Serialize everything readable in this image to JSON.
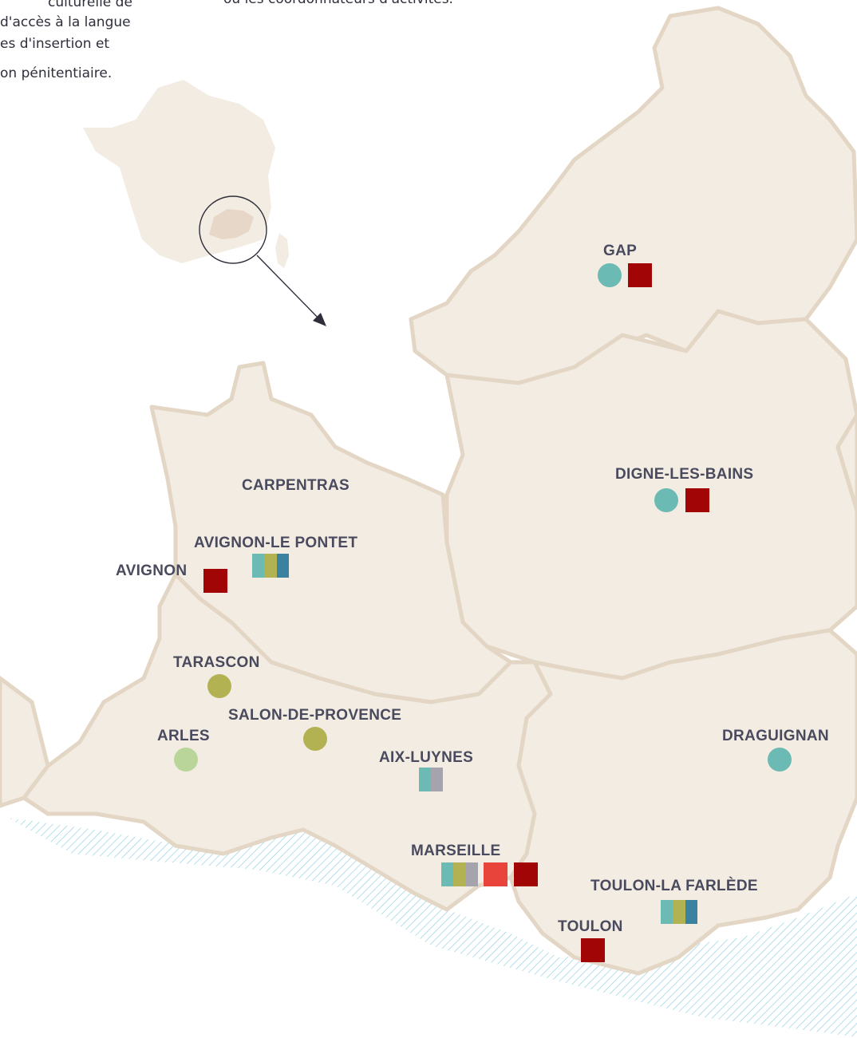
{
  "intro": {
    "line1": "culturelle de",
    "line2": "d'accès à la langue",
    "line3": "es d'insertion et",
    "line4": "on pénitentiaire.",
    "line_top2": "ou les coordonnateurs d'activités."
  },
  "colors": {
    "land": "#f3ece2",
    "border": "#e3d6c5",
    "sea_hatch": "#8ccfe0",
    "teal": "#6bbab3",
    "olive": "#b3b252",
    "light_green": "#bad59a",
    "navy": "#3b81a0",
    "grey": "#a5a4ad",
    "red": "#e9443c",
    "dark_red": "#a20505",
    "label": "#4a4a5e"
  },
  "inset": {
    "locator": "circle-with-arrow"
  },
  "cities": {
    "gap": "GAP",
    "digne": "DIGNE-LES-BAINS",
    "carpentras": "CARPENTRAS",
    "avignon_pontet": "AVIGNON-LE PONTET",
    "avignon": "AVIGNON",
    "tarascon": "TARASCON",
    "salon": "SALON-DE-PROVENCE",
    "arles": "ARLES",
    "aix": "AIX-LUYNES",
    "draguignan": "DRAGUIGNAN",
    "marseille": "MARSEILLE",
    "toulon_farlede": "TOULON-LA FARLÈDE",
    "toulon": "TOULON"
  }
}
